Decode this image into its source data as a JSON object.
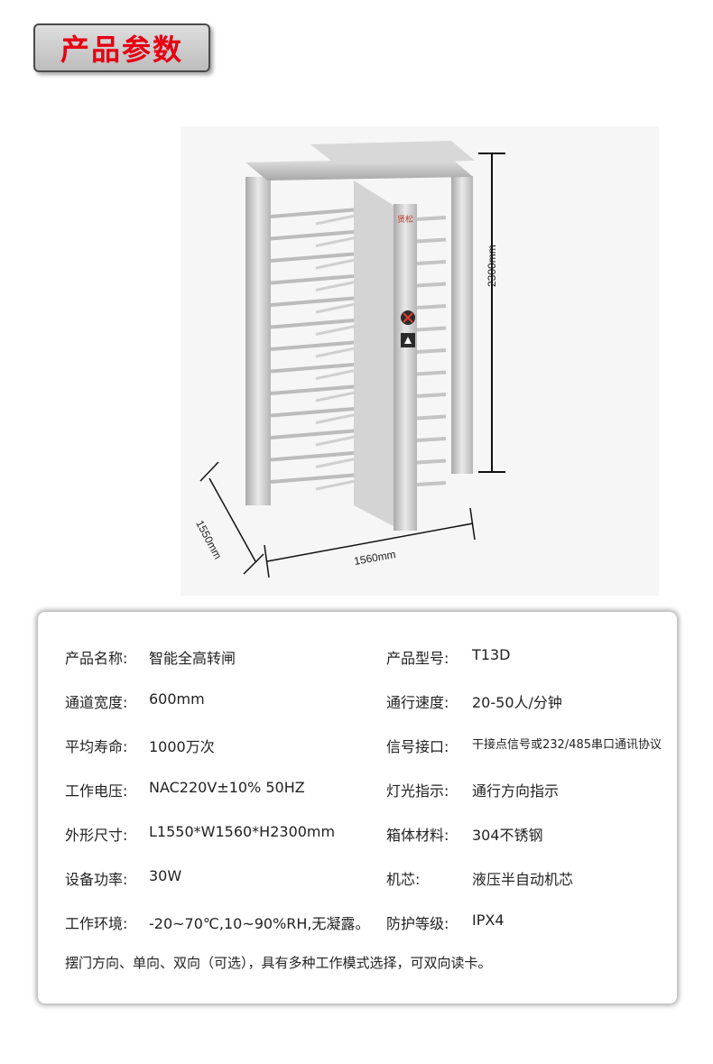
{
  "header": {
    "title": "产品参数"
  },
  "product": {
    "logo_text": "贤松"
  },
  "dimensions": {
    "height": "2300mm",
    "width": "1560mm",
    "depth": "1550mm"
  },
  "specs_left": [
    {
      "label": "产品名称:",
      "value": "智能全高转闸"
    },
    {
      "label": "通道宽度:",
      "value": "600mm"
    },
    {
      "label": "平均寿命:",
      "value": "1000万次"
    },
    {
      "label": "工作电压:",
      "value": "NAC220V±10% 50HZ"
    },
    {
      "label": "外形尺寸:",
      "value": "L1550*W1560*H2300mm"
    },
    {
      "label": "设备功率:",
      "value": "30W"
    },
    {
      "label": "工作环境:",
      "value": "-20~70℃,10~90%RH,无凝露。"
    }
  ],
  "specs_right": [
    {
      "label": "产品型号:",
      "value": "T13D"
    },
    {
      "label": "通行速度:",
      "value": "20-50人/分钟"
    },
    {
      "label": "信号接口:",
      "value": "干接点信号或232/485串口通讯协议"
    },
    {
      "label": "灯光指示:",
      "value": "通行方向指示"
    },
    {
      "label": "箱体材料:",
      "value": "304不锈钢"
    },
    {
      "label": "机芯:",
      "value": "液压半自动机芯"
    },
    {
      "label": "防护等级:",
      "value": "IPX4"
    }
  ],
  "note": "摆门方向、单向、双向（可选），具有多种工作模式选择，可双向读卡。",
  "colors": {
    "title_red": "#e60012",
    "steel": "#c8c8c8"
  }
}
